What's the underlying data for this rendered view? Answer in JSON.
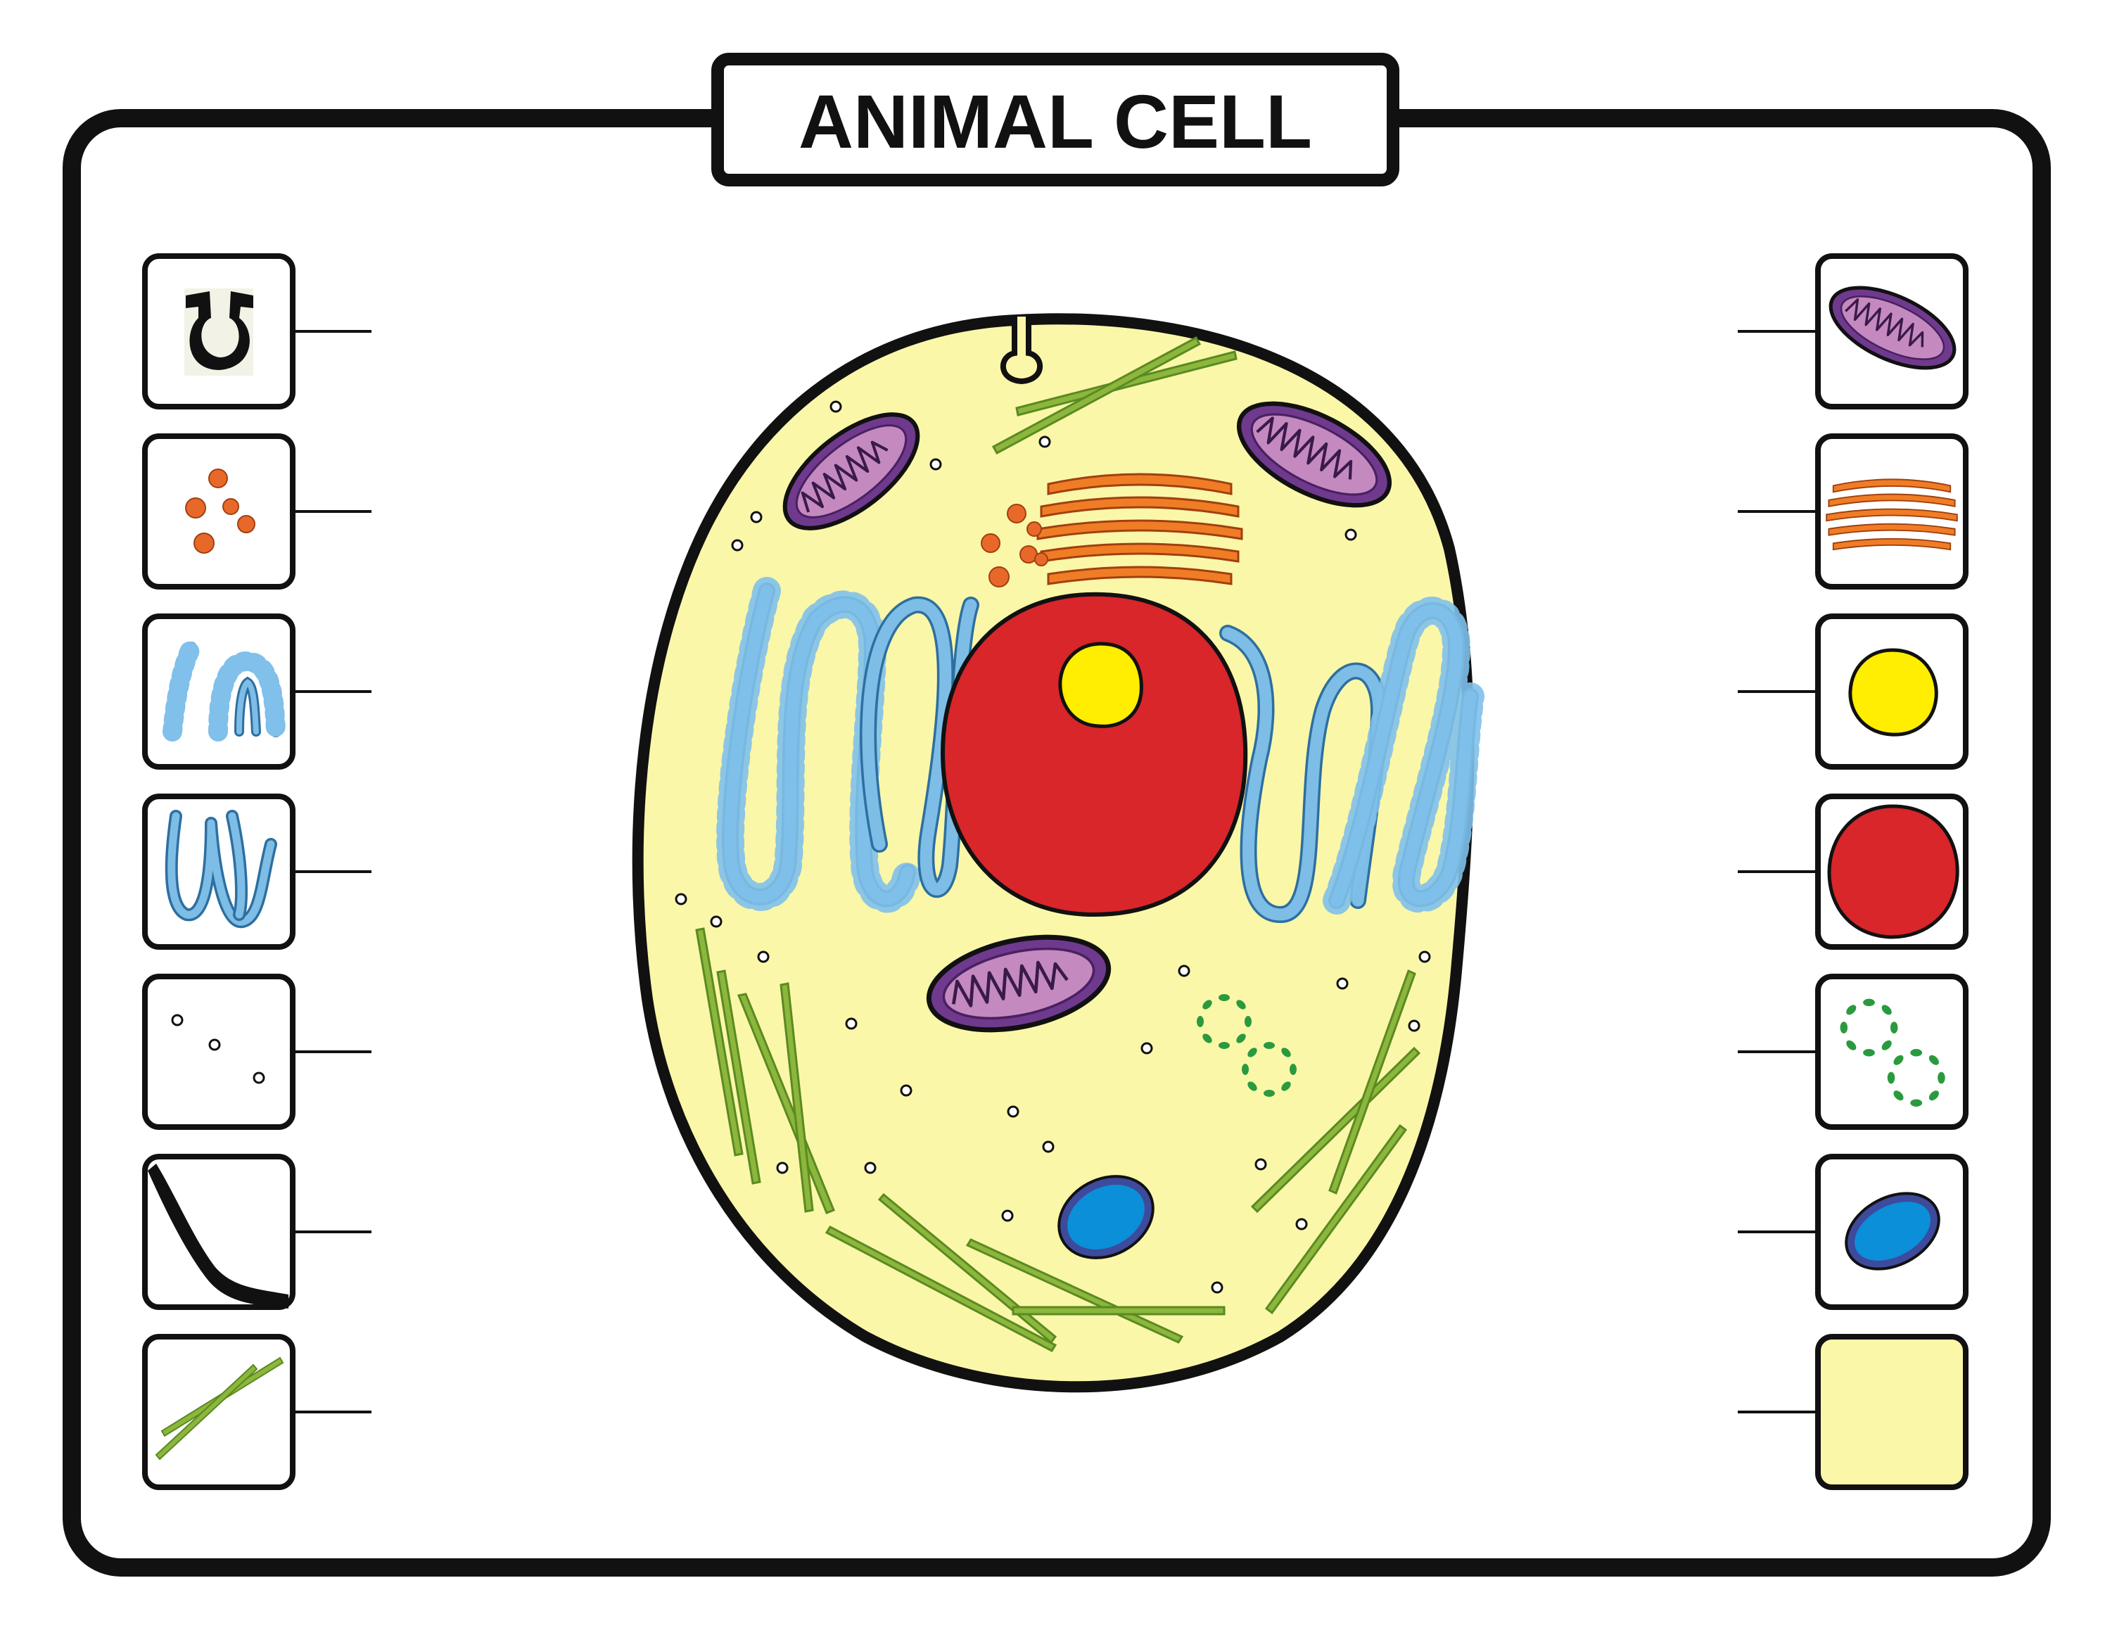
{
  "title": "ANIMAL CELL",
  "colors": {
    "outline": "#111111",
    "cytoplasm": "#fbf7a8",
    "nucleus": "#d8262a",
    "nucleolus": "#ffee00",
    "mito_outer": "#6f3a8e",
    "mito_inner": "#c48ac0",
    "golgi": "#f07d25",
    "er": "#7dbde6",
    "ribosome_dot": "#80c0ea",
    "vesicle": "#e8682a",
    "filament": "#8cb63c",
    "centriole": "#2a9a3e",
    "vacuole": "#0a8fd8",
    "vacuole_rim": "#3e4a9c"
  },
  "left_legend": [
    {
      "id": "pinocytotic-vesicle",
      "icon": "pinocytosis-icon"
    },
    {
      "id": "lysosomes",
      "icon": "lysosome-icon"
    },
    {
      "id": "rough-er",
      "icon": "rough-er-icon"
    },
    {
      "id": "smooth-er",
      "icon": "smooth-er-icon"
    },
    {
      "id": "ribosomes",
      "icon": "ribosome-icon"
    },
    {
      "id": "cell-membrane",
      "icon": "membrane-icon"
    },
    {
      "id": "microtubules",
      "icon": "microtubule-icon"
    }
  ],
  "right_legend": [
    {
      "id": "mitochondria",
      "icon": "mitochondrion-icon"
    },
    {
      "id": "golgi-apparatus",
      "icon": "golgi-icon"
    },
    {
      "id": "nucleolus",
      "icon": "nucleolus-icon"
    },
    {
      "id": "nucleus",
      "icon": "nucleus-icon"
    },
    {
      "id": "centrioles",
      "icon": "centriole-icon"
    },
    {
      "id": "vacuole",
      "icon": "vacuole-icon"
    },
    {
      "id": "cytoplasm",
      "icon": "cytoplasm-icon"
    }
  ]
}
